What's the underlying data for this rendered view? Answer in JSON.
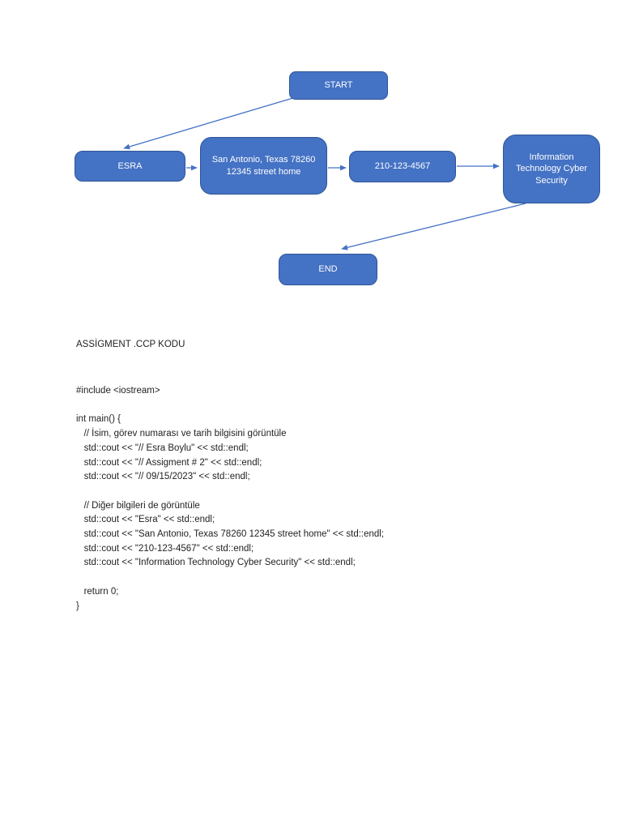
{
  "page": {
    "background_color": "#ffffff",
    "text_color": "#1f1f1f"
  },
  "flowchart": {
    "colors": {
      "node_fill": "#4472C4",
      "node_border": "#2F5597",
      "node_text": "#FFFFFF",
      "arrow": "#4472C4"
    },
    "nodes": {
      "start": {
        "label": "START"
      },
      "name": {
        "label": "ESRA"
      },
      "address": {
        "label": "San Antonio, Texas 78260 12345 street home"
      },
      "phone": {
        "label": "210-123-4567"
      },
      "field": {
        "label": "Information Technology Cyber Security"
      },
      "end": {
        "label": "END"
      }
    },
    "edges": [
      "start->name",
      "name->address",
      "address->phone",
      "phone->field",
      "field->end"
    ]
  },
  "document": {
    "title": "ASSİGMENT .CCP KODU",
    "code_lines": [
      "#include <iostream>",
      "",
      "int main() {",
      "   // İsim, görev numarası ve tarih bilgisini görüntüle",
      "   std::cout << \"// Esra Boylu\" << std::endl;",
      "   std::cout << \"// Assigment # 2\" << std::endl;",
      "   std::cout << \"// 09/15/2023\" << std::endl;",
      "",
      "   // Diğer bilgileri de görüntüle",
      "   std::cout << \"Esra\" << std::endl;",
      "   std::cout << \"San Antonio, Texas 78260 12345 street home\" << std::endl;",
      "   std::cout << \"210-123-4567\" << std::endl;",
      "   std::cout << \"Information Technology Cyber Security\" << std::endl;",
      "",
      "   return 0;",
      "}"
    ]
  }
}
